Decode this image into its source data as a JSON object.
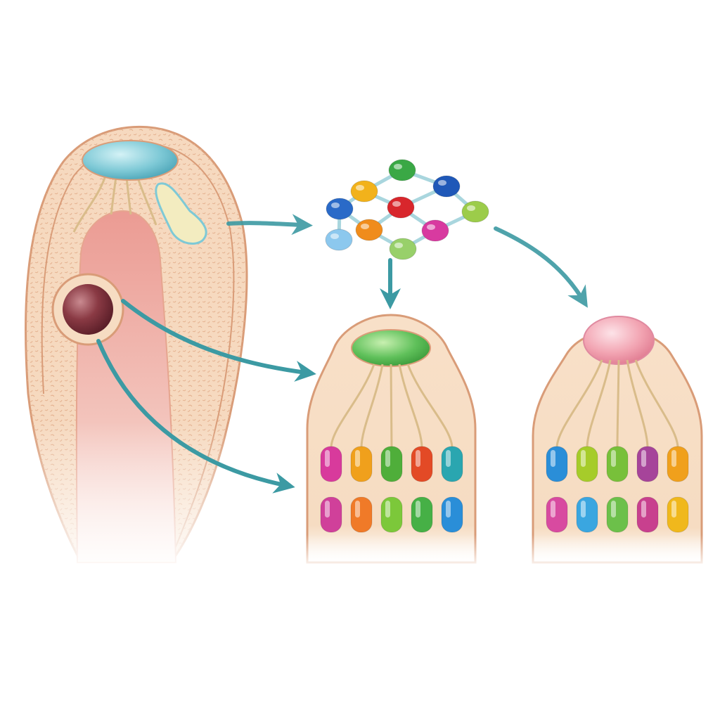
{
  "colors": {
    "background": "#ffffff",
    "tissue_fill": "#f6d9bf",
    "tissue_outline": "#d99c78",
    "tissue_texture": "#e3b08e",
    "lumen": "#eb9b93",
    "arrow": "#3c9aa3",
    "fiber": "#d9bc8a",
    "top_blob_left_organ": "#7ec9d6",
    "round_cell": "#8a3a44",
    "drop_cell": "#f3ecc0",
    "middle_panel_cap": "#5fc05a",
    "right_panel_cap": "#f2a4b2"
  },
  "network_nodes": [
    {
      "id": "n1",
      "color": "#3aa845"
    },
    {
      "id": "n2",
      "color": "#f2b21b"
    },
    {
      "id": "n3",
      "color": "#1f58b8"
    },
    {
      "id": "n4",
      "color": "#2a6ac8"
    },
    {
      "id": "n5",
      "color": "#d8262c"
    },
    {
      "id": "n6",
      "color": "#9ccc4a"
    },
    {
      "id": "n7",
      "color": "#8cc8ee"
    },
    {
      "id": "n8",
      "color": "#f08c1c"
    },
    {
      "id": "n9",
      "color": "#d83aa0"
    },
    {
      "id": "n10",
      "color": "#98d06a"
    }
  ],
  "middle_panel_capsules": [
    [
      "#d83a9c",
      "#f0a01c",
      "#4fae3a",
      "#e34a26",
      "#2aa6b0"
    ],
    [
      "#d0409a",
      "#f07a28",
      "#7cc83a",
      "#46b046",
      "#2a8ed8"
    ]
  ],
  "right_panel_capsules": [
    [
      "#2a8ed8",
      "#a6cc2a",
      "#78c03a",
      "#a6449a",
      "#f0a01c"
    ],
    [
      "#d84aa0",
      "#3aa6e0",
      "#6cc04a",
      "#c8408e",
      "#f0b81c"
    ]
  ]
}
